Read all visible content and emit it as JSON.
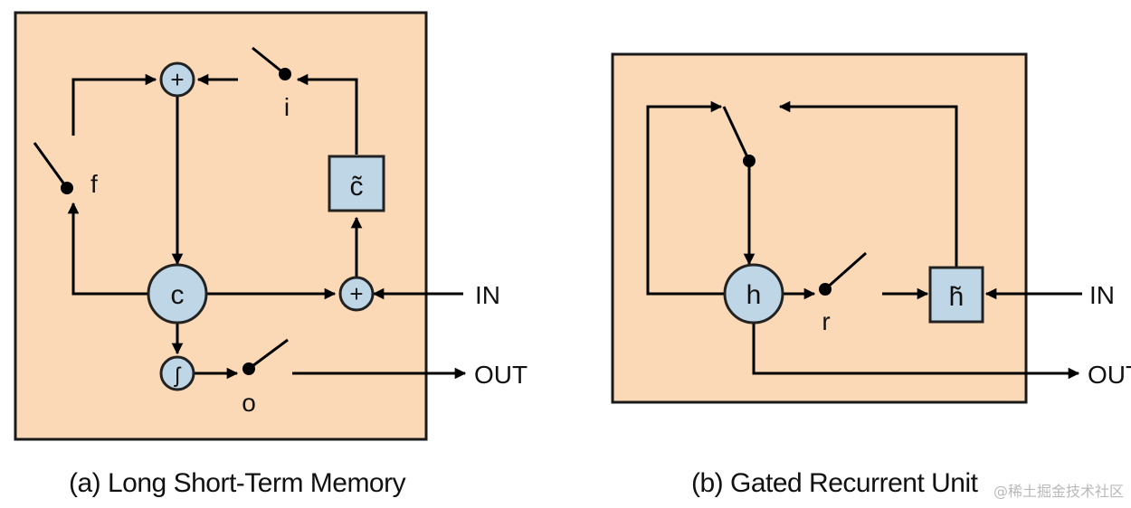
{
  "lstm": {
    "caption": "(a) Long Short-Term Memory",
    "cell_label": "c",
    "candidate_label": "c̃",
    "plus_symbol": "+",
    "squash_symbol": "ʃ",
    "gate_f": "f",
    "gate_i": "i",
    "gate_o": "o",
    "in_label": "IN",
    "out_label": "OUT"
  },
  "gru": {
    "caption": "(b) Gated Recurrent Unit",
    "hidden_label": "h",
    "candidate_label": "h̃",
    "gate_r": "r",
    "in_label": "IN",
    "out_label": "OUT"
  },
  "watermark": "@稀土掘金技术社区",
  "colors": {
    "panel_fill": "#fcd9b6",
    "panel_border": "#1a1a1a",
    "node_fill": "#bfd6e6",
    "node_border": "#222222",
    "line": "#000000"
  }
}
